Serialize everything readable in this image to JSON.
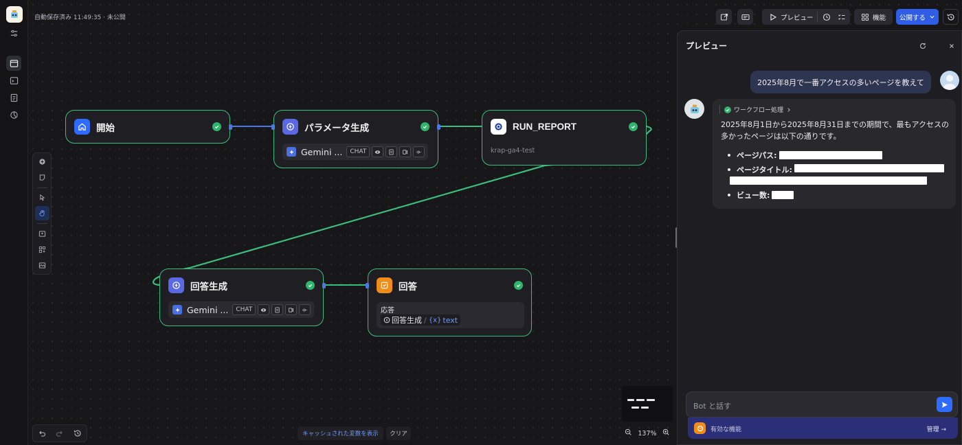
{
  "header": {
    "save_status": "自動保存済み 11:49:35 · 未公開",
    "preview_label": "プレビュー",
    "features_label": "機能",
    "publish_label": "公開する"
  },
  "nodes": {
    "start": {
      "title": "開始"
    },
    "param": {
      "title": "パラメータ生成",
      "model": "Gemini ...",
      "chip": "CHAT"
    },
    "report": {
      "title": "RUN_REPORT",
      "subtitle": "krap-ga4-test"
    },
    "answergen": {
      "title": "回答生成",
      "model": "Gemini ...",
      "chip": "CHAT"
    },
    "answer": {
      "title": "回答",
      "response_label": "応答",
      "ref_node": "回答生成",
      "ref_var": "text"
    }
  },
  "canvas": {
    "cached_vars_label": "キャッシュされた変数を表示",
    "clear_label": "クリア",
    "zoom": "137%"
  },
  "preview": {
    "title": "プレビュー",
    "user_message": "2025年8月で一番アクセスの多いページを教えて",
    "workflow_tag": "ワークフロー処理",
    "bot_text": "2025年8月1日から2025年8月31日までの期間で、最もアクセスの多かったページは以下の通りです。",
    "bullets": [
      "ページパス:",
      "ページタイトル:",
      "ビュー数:"
    ],
    "input_placeholder": "Bot と話す",
    "features_label": "有効な機能",
    "manage_label": "管理"
  },
  "colors": {
    "accent": "#2f5de5",
    "success": "#2fb56c",
    "node_border": "#3dbd7d"
  }
}
